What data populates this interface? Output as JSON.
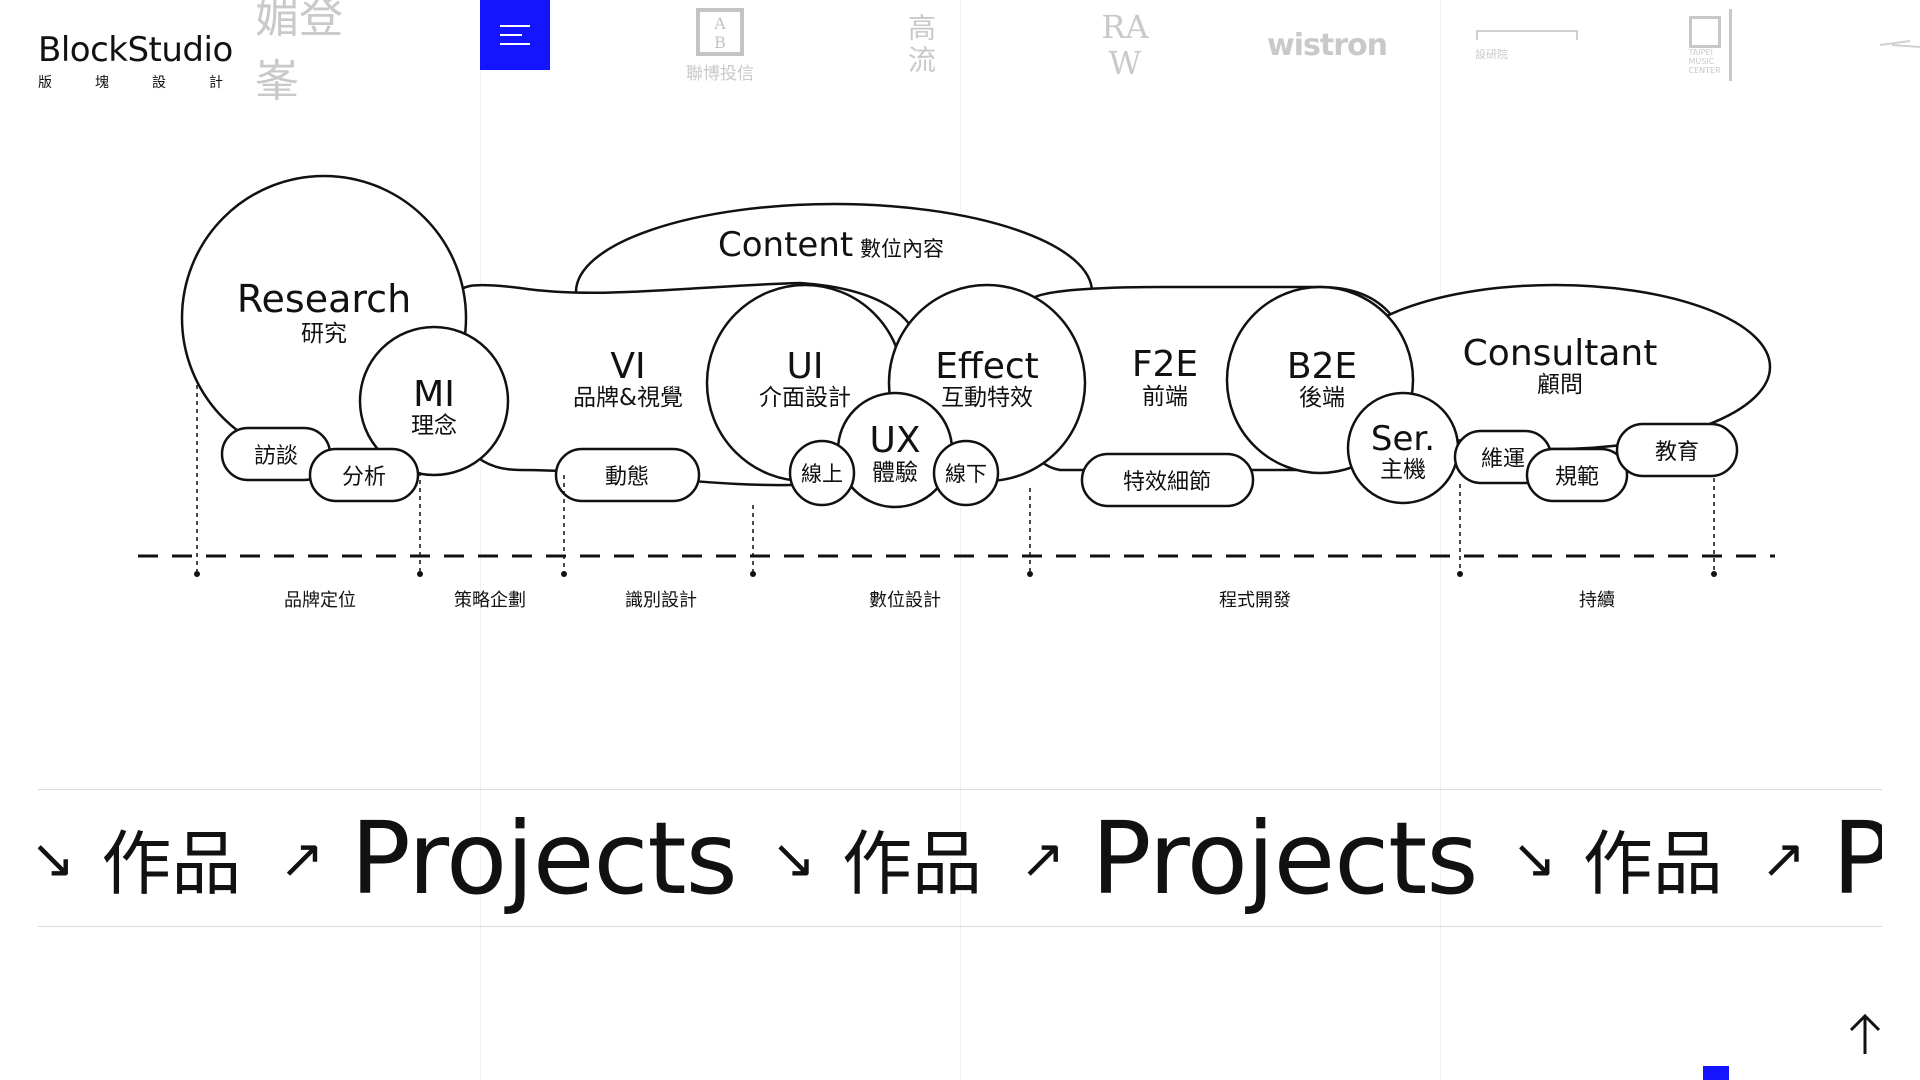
{
  "logo": {
    "title": "BlockStudio",
    "sub": [
      "版",
      "塊",
      "設",
      "計"
    ]
  },
  "menu": {
    "label": "menu"
  },
  "brands": [
    "媚登峯",
    "聯博投信",
    "高流",
    "RA W",
    "wistron",
    "設研院",
    "TAIPEI MUSIC CENTER"
  ],
  "services": {
    "content": {
      "en": "Content",
      "zh": "數位內容"
    },
    "research": {
      "en": "Research",
      "zh": "研究"
    },
    "mi": {
      "en": "MI",
      "zh": "理念"
    },
    "vi": {
      "en": "VI",
      "zh": "品牌&視覺"
    },
    "ui": {
      "en": "UI",
      "zh": "介面設計"
    },
    "effect": {
      "en": "Effect",
      "zh": "互動特效"
    },
    "ux": {
      "en": "UX",
      "zh": "體驗"
    },
    "f2e": {
      "en": "F2E",
      "zh": "前端"
    },
    "b2e": {
      "en": "B2E",
      "zh": "後端"
    },
    "ser": {
      "en": "Ser.",
      "zh": "主機"
    },
    "consultant": {
      "en": "Consultant",
      "zh": "顧問"
    }
  },
  "pills": {
    "interview": "訪談",
    "analysis": "分析",
    "motion": "動態",
    "online": "線上",
    "offline": "線下",
    "effects_detail": "特效細節",
    "maintenance": "維運",
    "standards": "規範",
    "education": "教育"
  },
  "phases": [
    "品牌定位",
    "策略企劃",
    "識別設計",
    "數位設計",
    "程式開發",
    "持續"
  ],
  "marquee": {
    "arrow_in": "↘",
    "zh": "作品",
    "arrow_out": "↗",
    "en": "Projects"
  },
  "to_top": {
    "label": "back to top"
  }
}
